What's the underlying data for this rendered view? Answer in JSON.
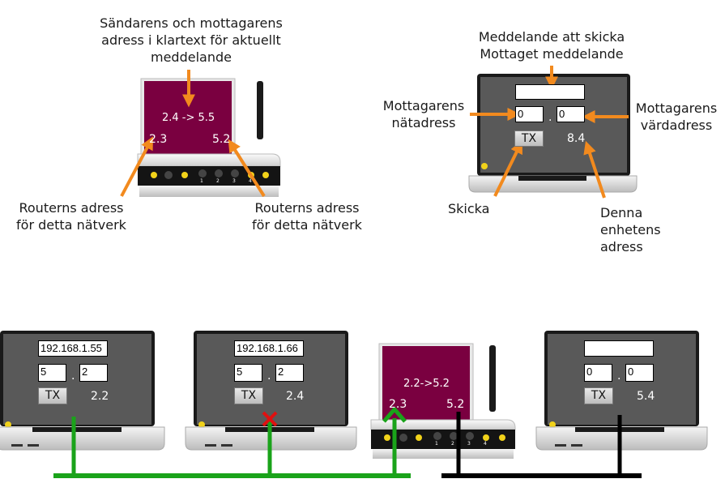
{
  "top_router": {
    "screen_text": "2.4 -> 5.5",
    "left_port": "2.3",
    "right_port": "5.2",
    "port_numbers": [
      "1",
      "2",
      "3",
      "4"
    ]
  },
  "top_laptop": {
    "msg_value": "",
    "net_value": "0",
    "host_value": "0",
    "dot": ".",
    "tx_label": "TX",
    "address": "8.4"
  },
  "labels": {
    "sender_receiver": "Sändarens och mottagarens\nadress i klartext för aktuellt\nmeddelande",
    "router_left": "Routerns adress\nför detta nätverk",
    "router_right": "Routerns adress\nför detta nätverk",
    "message": "Meddelande att skicka\nMottaget meddelande",
    "receiver_net": "Mottagarens\nnätadress",
    "receiver_host": "Mottagarens\nvärdadress",
    "send": "Skicka",
    "device_address": "Denna\nenhetens\nadress"
  },
  "bottom": {
    "laptop1": {
      "msg": "192.168.1.55",
      "net": "5",
      "host": "2",
      "dot": ".",
      "tx": "TX",
      "address": "2.2"
    },
    "laptop2": {
      "msg": "192.168.1.66",
      "net": "5",
      "host": "2",
      "dot": ".",
      "tx": "TX",
      "address": "2.4"
    },
    "router": {
      "screen_text": "2.2->5.2",
      "left_port": "2.3",
      "right_port": "5.2",
      "port_numbers": [
        "1",
        "2",
        "3",
        "4"
      ]
    },
    "laptop3": {
      "msg": "",
      "net": "0",
      "host": "0",
      "dot": ".",
      "tx": "TX",
      "address": "5.4"
    }
  },
  "colors": {
    "arrow": "#f28a1e",
    "router_screen": "#7a0040",
    "network_green": "#1aa31a",
    "network_black": "#000000",
    "error_mark": "#e01010"
  }
}
